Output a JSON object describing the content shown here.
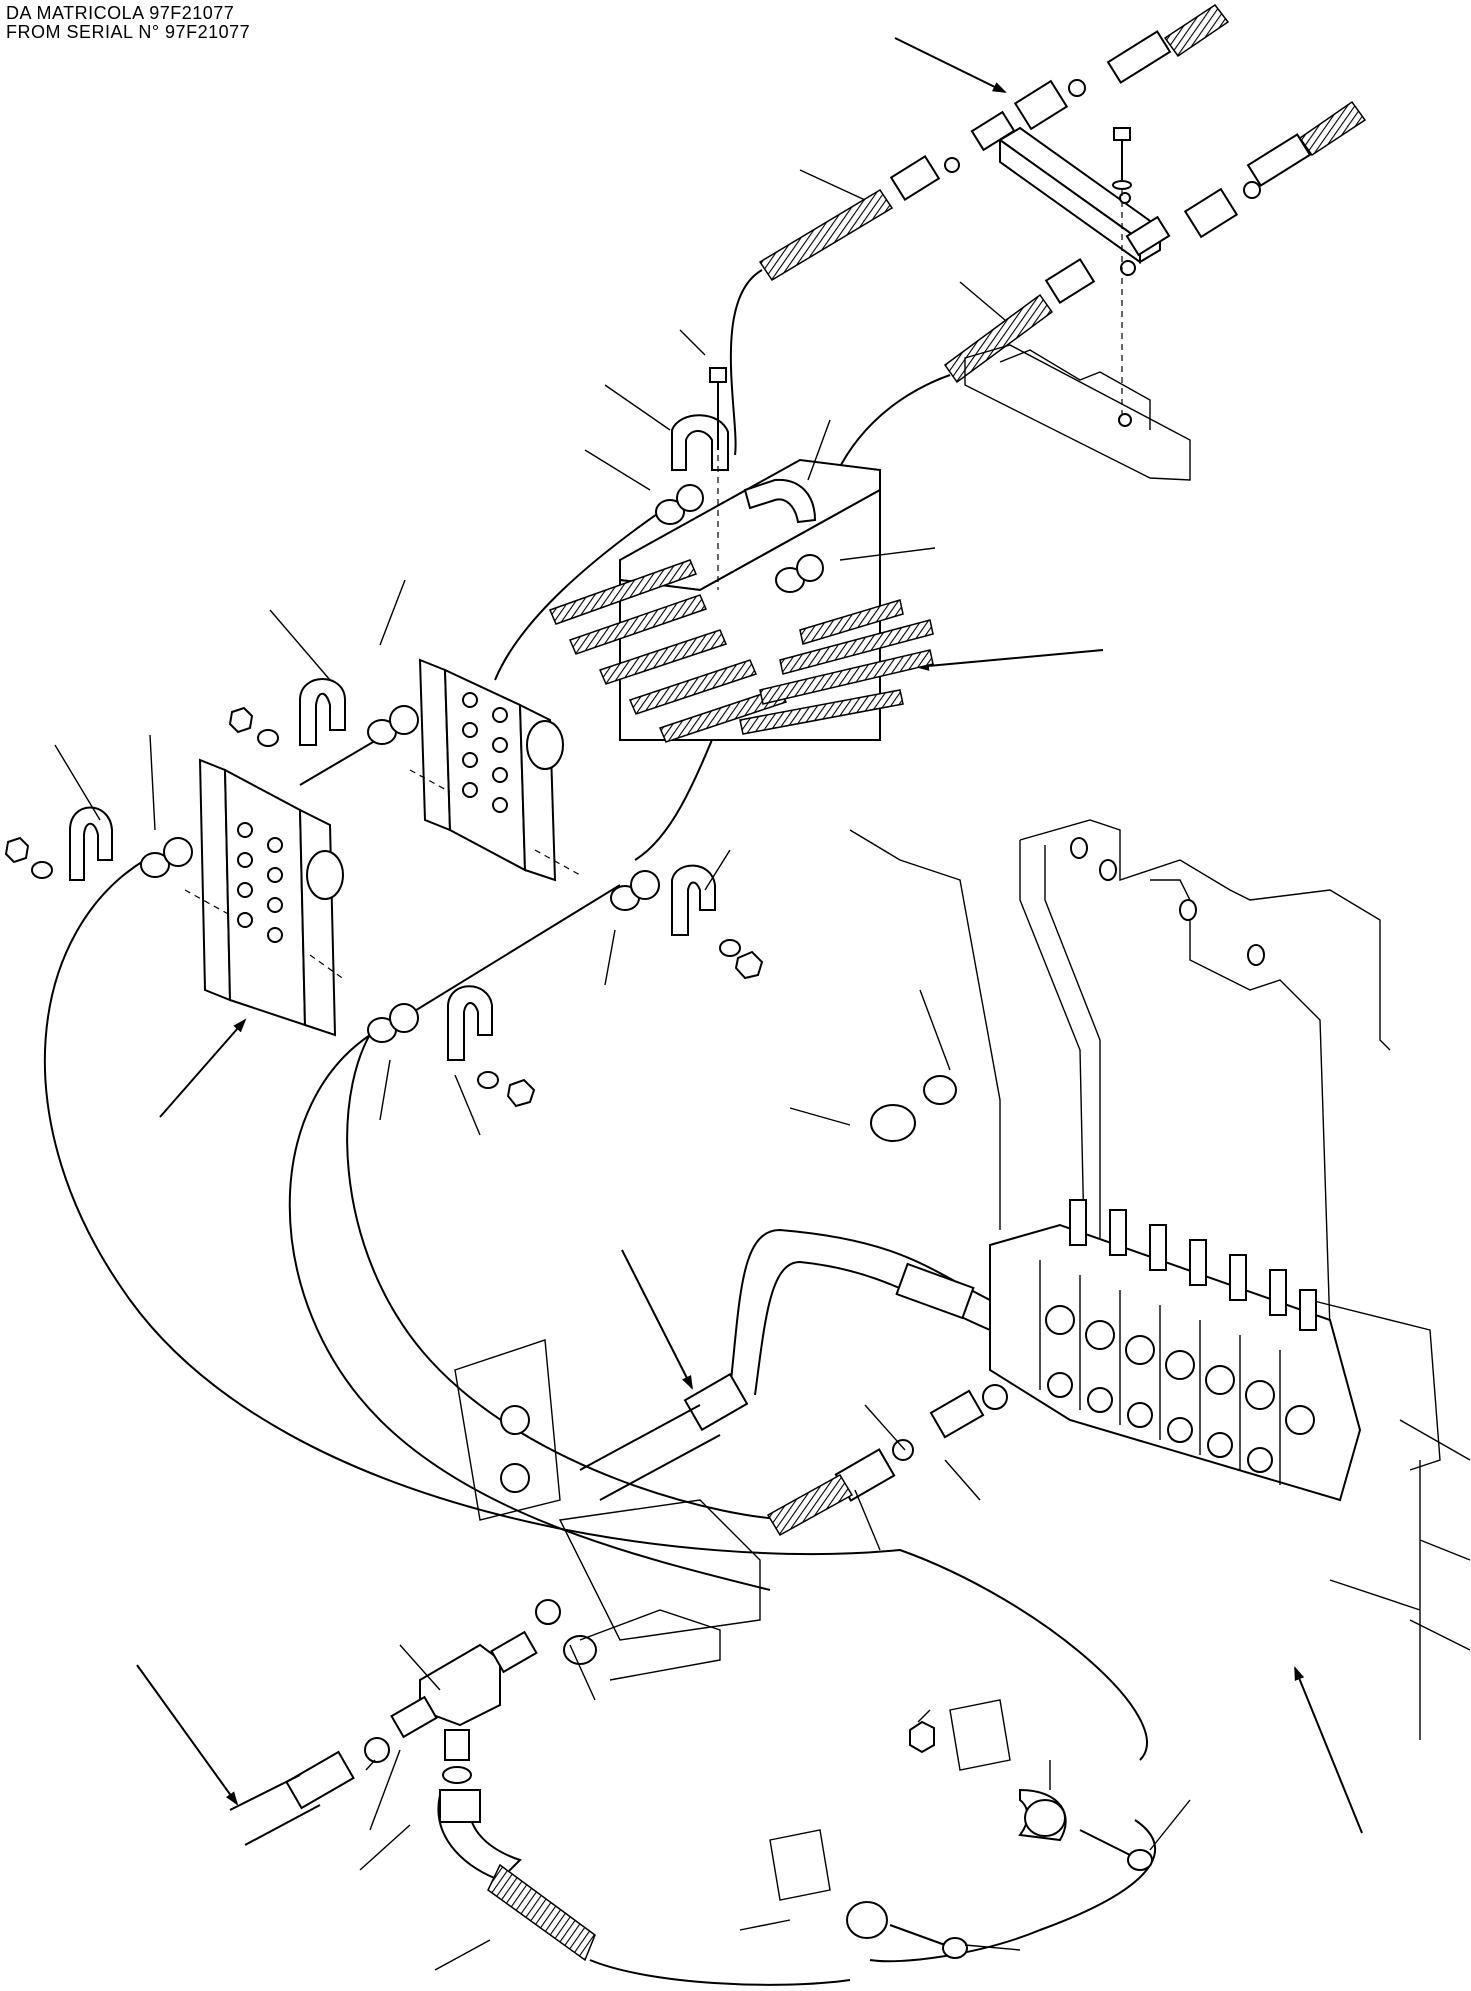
{
  "header": {
    "line1": "DA MATRICOLA 97F21077",
    "line2": "FROM SERIAL N° 97F21077"
  },
  "drawing": {
    "subject": "hydraulic control valve piping",
    "parts": [
      "control-valve",
      "frame-bracket",
      "hose",
      "hose-clamp-block",
      "pipe-clamp",
      "grommet",
      "nut",
      "washer",
      "bolt",
      "tee-fitting",
      "elbow-fitting",
      "adapter",
      "o-ring",
      "plug",
      "junction-block"
    ]
  }
}
